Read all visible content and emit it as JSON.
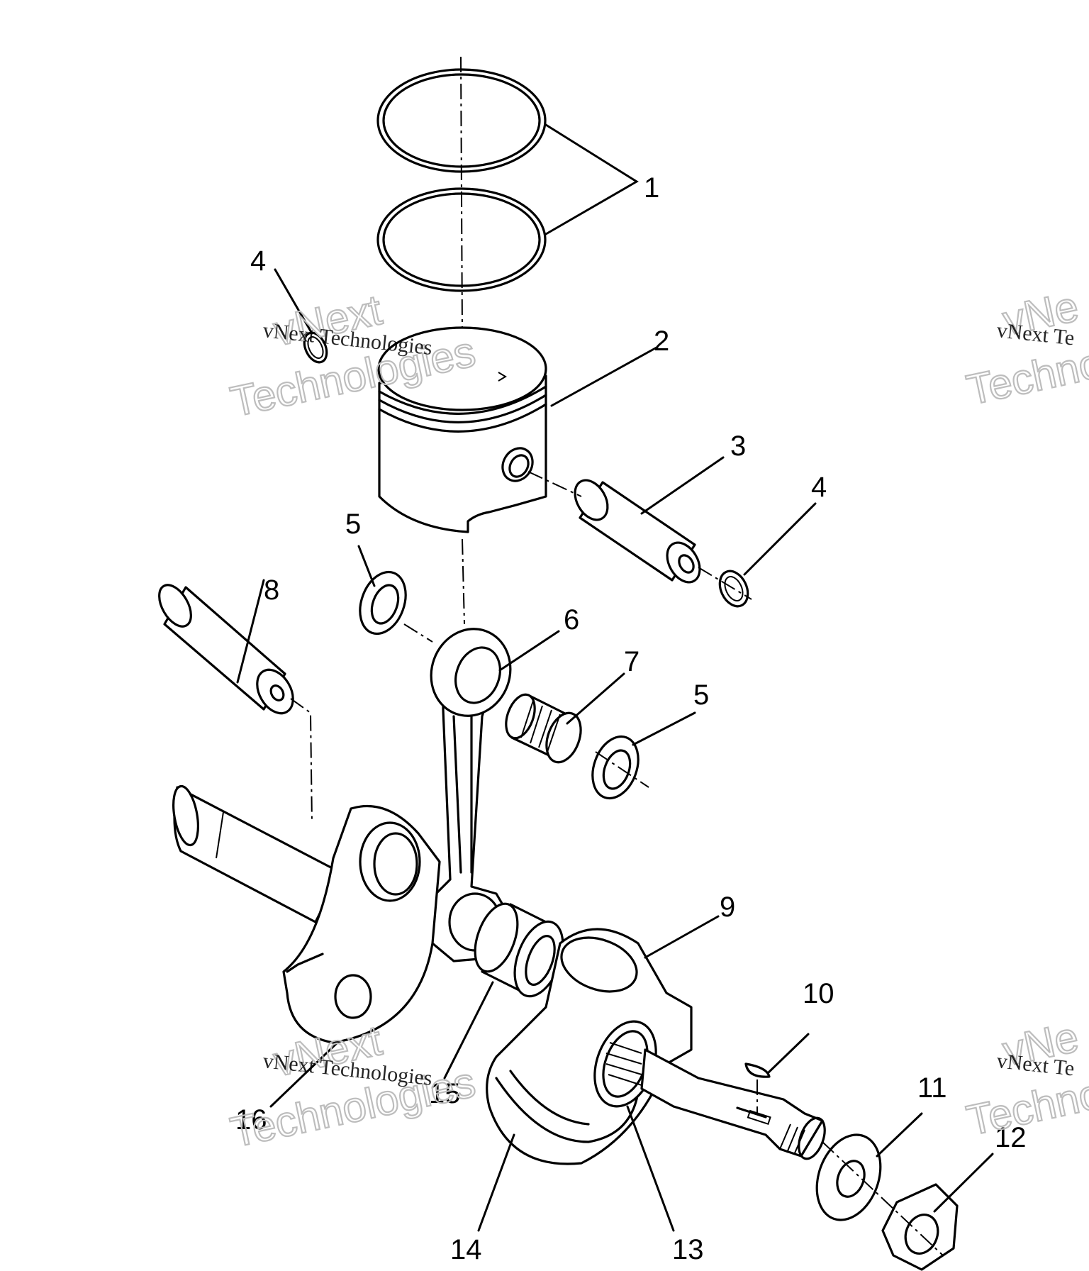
{
  "callouts": {
    "c1": "1",
    "c2": "2",
    "c3": "3",
    "c4a": "4",
    "c4b": "4",
    "c5a": "5",
    "c5b": "5",
    "c6": "6",
    "c7": "7",
    "c8": "8",
    "c9": "9",
    "c10": "10",
    "c11": "11",
    "c12": "12",
    "c13": "13",
    "c14": "14",
    "c15": "15",
    "c16": "16"
  },
  "watermark": {
    "line_small": "vNext Technologies",
    "line_top": "vNext",
    "line_bottom": "Technologies",
    "line_small_cut": "vNext Te",
    "line_top_cut": "vNe",
    "line_bottom_cut": "Techno"
  }
}
